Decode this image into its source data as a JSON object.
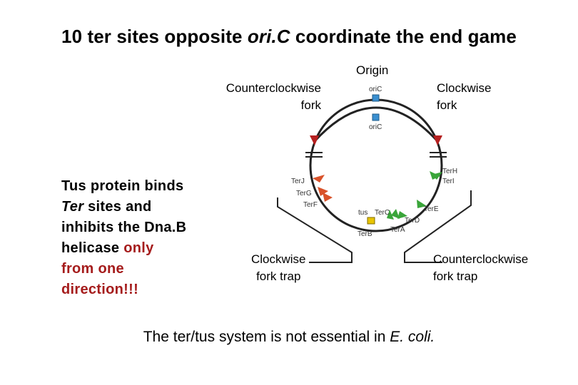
{
  "title": {
    "pre": "10 ter sites opposite ",
    "italic": "ori.C",
    "post": " coordinate the end game"
  },
  "labels": {
    "origin": "Origin",
    "ccw_fork": [
      "Counterclockwise",
      "fork"
    ],
    "cw_fork": [
      "Clockwise",
      "fork"
    ],
    "cw_trap": [
      "Clockwise",
      "fork trap"
    ],
    "ccw_trap": [
      "Counterclockwise",
      "fork trap"
    ]
  },
  "tus_text": {
    "line1": "Tus protein binds",
    "ter_italic": "Ter",
    "line2_rest": " sites and",
    "line3": "inhibits the Dna.B",
    "line4_pre": "helicase ",
    "only": "only",
    "line5": "from one",
    "line6": "direction!!!"
  },
  "footer": {
    "pre": "The ter/tus system is not essential in ",
    "italic": "E. coli."
  },
  "diagram": {
    "oriC_top": "oriC",
    "oriC_bottom": "oriC",
    "ter_labels": {
      "TerJ": "TerJ",
      "TerG": "TerG",
      "TerF": "TerF",
      "TerH": "TerH",
      "TerI": "TerI",
      "TerE": "TerE",
      "TerD": "TerD",
      "TerA": "TerA",
      "TerC": "TerC",
      "TerB": "TerB",
      "tus": "tus"
    },
    "colors": {
      "ccw_sites": "#d9522a",
      "cw_sites": "#3aa53a",
      "fork": "#b52020",
      "origin": "#3a8fd0",
      "tus_gene": "#e8c400"
    }
  }
}
